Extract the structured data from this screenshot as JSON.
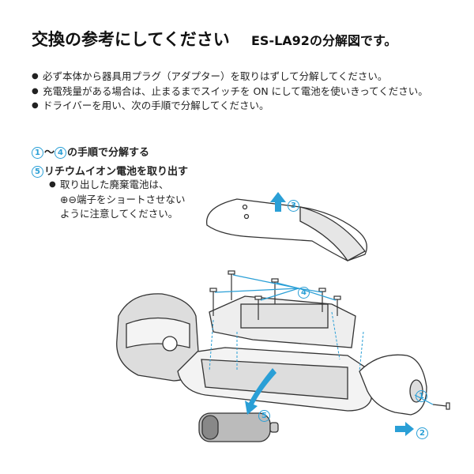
{
  "header": {
    "title": "交換の参考にしてください",
    "subtitle": "ES-LA92の分解図です。"
  },
  "instructions": [
    "必ず本体から器具用プラグ（アダプター）を取りはずして分解してください。",
    "充電残量がある場合は、止まるまでスイッチを ON にして電池を使いきってください。",
    "ドライバーを用い、次の手順で分解してください。"
  ],
  "steps": {
    "step1": {
      "from": "1",
      "sep": "〜",
      "to": "4",
      "text": "の手順で分解する"
    },
    "step2": {
      "num": "5",
      "text": "リチウムイオン電池を取り出す"
    },
    "note_line1": "取り出した廃棄電池は、",
    "note_line2": "⊕⊖端子をショートさせない",
    "note_line3": "ように注意してください。"
  },
  "diagram": {
    "callouts": [
      "1",
      "2",
      "3",
      "4",
      "5"
    ],
    "accent_color": "#2a9fd6"
  }
}
